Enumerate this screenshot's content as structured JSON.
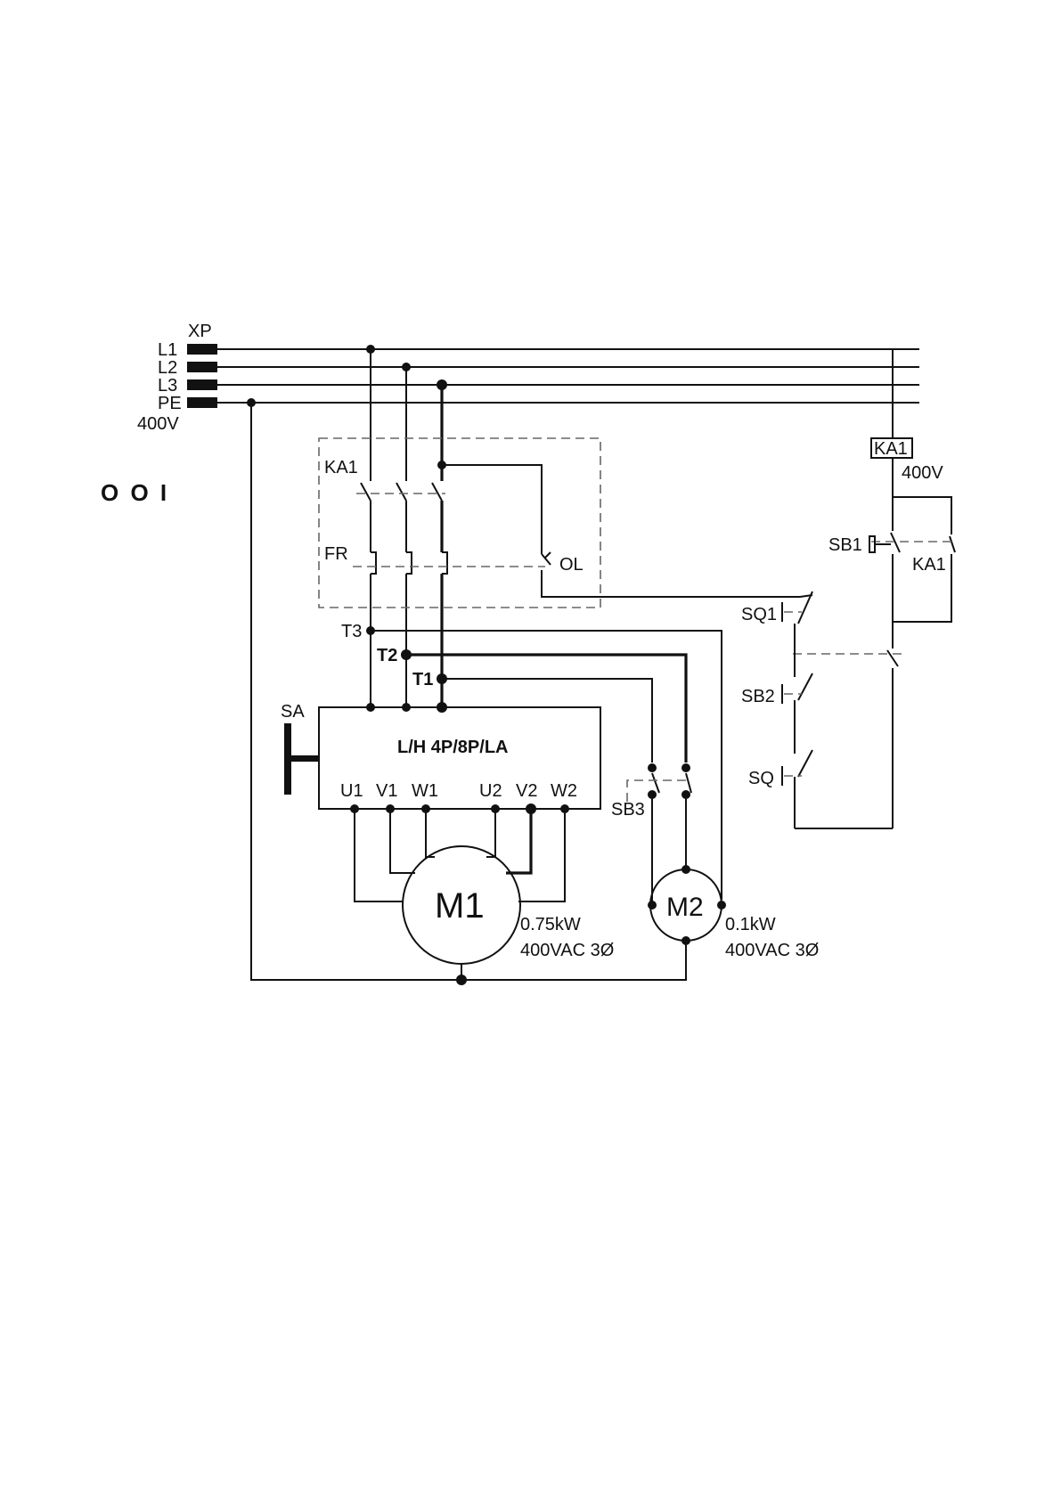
{
  "diagram": {
    "supply": {
      "connector": "XP",
      "phases": [
        "L1",
        "L2",
        "L3",
        "PE"
      ],
      "voltage": "400V"
    },
    "side_mark": "O O I",
    "main_contactor": "KA1",
    "overload_relay": "FR",
    "overload_contact": "OL",
    "terminals": [
      "T3",
      "T2",
      "T1"
    ],
    "selector": "SA",
    "controller": {
      "title": "L/H 4P/8P/LA",
      "outputs": [
        "U1",
        "V1",
        "W1",
        "U2",
        "V2",
        "W2"
      ]
    },
    "switch_sb3": "SB3",
    "motor1": {
      "name": "M1",
      "power": "0.75kW",
      "rating": "400VAC  3Ø"
    },
    "motor2": {
      "name": "M2",
      "power": "0.1kW",
      "rating": "400VAC  3Ø"
    },
    "control": {
      "coil": "KA1",
      "coil_voltage": "400V",
      "start_button": "SB1",
      "hold_contact": "KA1",
      "limit_switch_1": "SQ1",
      "stop_button": "SB2",
      "limit_switch": "SQ"
    }
  }
}
